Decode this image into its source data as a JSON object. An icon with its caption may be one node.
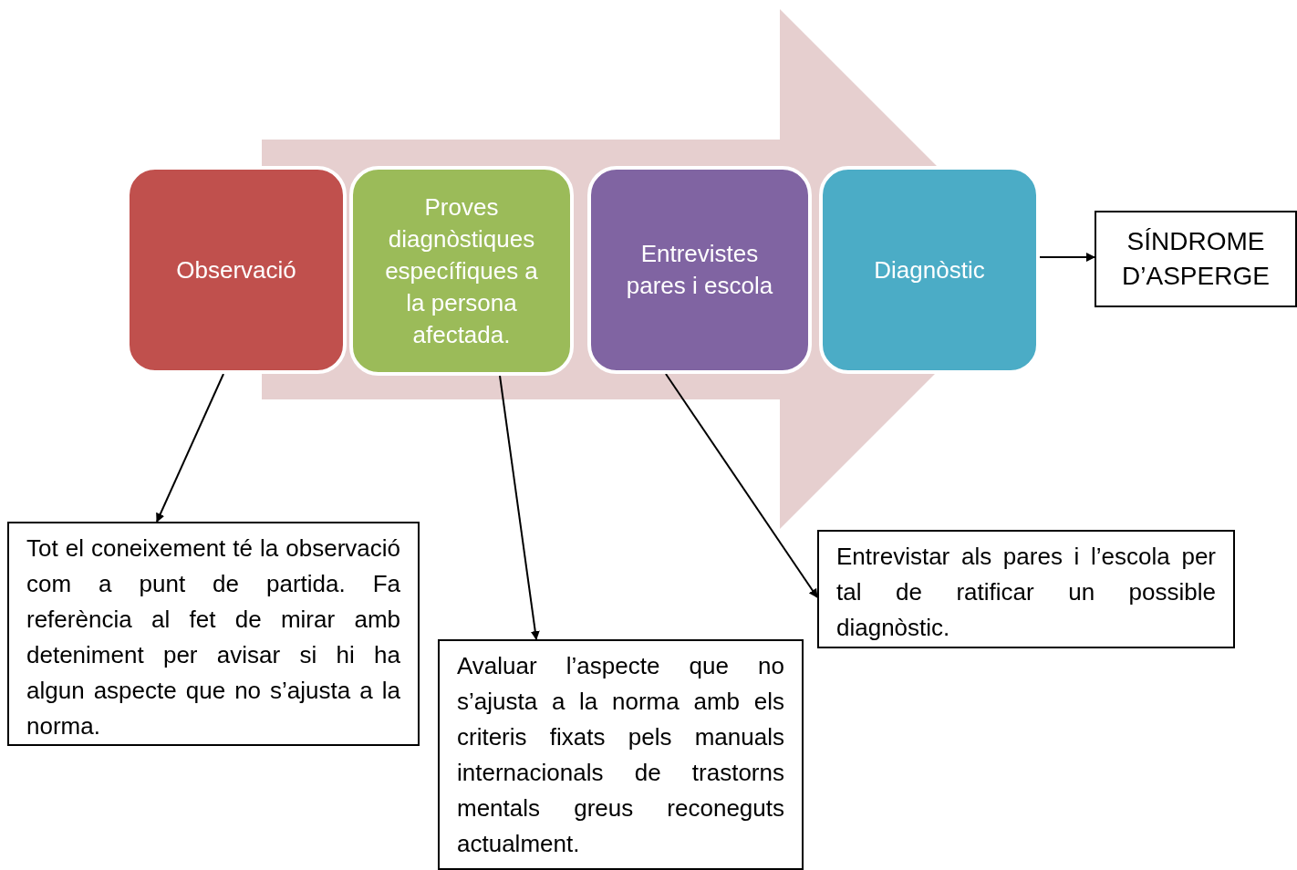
{
  "diagram": {
    "nodes": [
      {
        "text": [
          "Observació"
        ]
      },
      {
        "text": [
          "Proves diagnòstiques específiques a la persona afectada."
        ]
      },
      {
        "text": [
          "Entrevistes pares i escola"
        ]
      },
      {
        "text": [
          "Diagnòstic"
        ]
      },
      {
        "text": [
          "SÍNDROME D’ASPERGE"
        ]
      },
      {
        "text": [
          "Tot el coneixement té la observació com a punt de partida. Fa referència al fet de mirar amb deteniment per avisar si hi ha algun aspecte que no s’ajusta a la norma."
        ]
      },
      {
        "text": [
          "Avaluar l’aspecte que no s’ajusta a la norma amb els criteris fixats pels manuals internacionals de trastorns mentals greus reconeguts actualment."
        ]
      },
      {
        "text": [
          "Entrevistar als pares i l’escola per tal de ratificar un possible diagnòstic."
        ]
      }
    ],
    "edges": [
      {
        "from": 3,
        "to": 4,
        "arrow": "to"
      },
      {
        "from": 0,
        "to": 5,
        "arrow": "to"
      },
      {
        "from": 1,
        "to": 6,
        "arrow": "to"
      },
      {
        "from": 2,
        "to": 7,
        "arrow": "to"
      },
      {
        "from": 0,
        "to": 3,
        "arrow": "to",
        "style": "thick",
        "color": "#e6cfcf"
      }
    ]
  }
}
